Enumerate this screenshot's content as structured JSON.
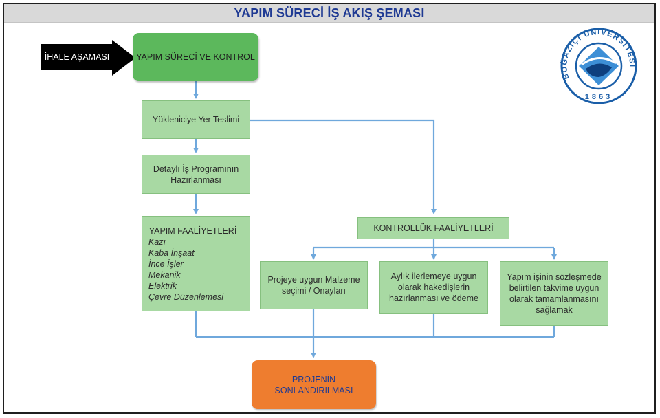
{
  "title": "YAPIM SÜRECİ İŞ AKIŞ ŞEMASI",
  "nodes": {
    "ihale": "İHALE AŞAMASI",
    "yapim_sureci": "YAPIM SÜRECİ VE KONTROL",
    "yer_teslimi": "Yükleniciye Yer Teslimi",
    "is_programi": [
      "Detaylı İş Programının",
      "Hazırlanması"
    ],
    "yapim_faaliyetleri": {
      "heading": "YAPIM FAALİYETLERİ",
      "items": [
        "Kazı",
        "Kaba İnşaat",
        "İnce İşler",
        "Mekanik",
        "Elektrik",
        "Çevre Düzenlemesi"
      ]
    },
    "kontrolluk": "KONTROLLÜK FAALİYETLERİ",
    "malzeme": [
      "Projeye uygun Malzeme",
      "seçimi / Onayları"
    ],
    "hakedis": [
      "Aylık ilerlemeye uygun",
      "olarak hakedişlerin",
      "hazırlanması ve ödeme"
    ],
    "takvim": [
      "Yapım işinin sözleşmede",
      "belirtilen takvime uygun",
      "olarak tamamlanmasını",
      "sağlamak"
    ],
    "sonlandirma": [
      "PROJENİN",
      "SONLANDIRILMASI"
    ]
  },
  "logo": {
    "ring_text": "BOĞAZİÇİ ÜNİVERSİTESİ",
    "year": "1863"
  },
  "colors": {
    "title_text": "#1f3a93",
    "title_bar": "#d9d9d9",
    "box_green": "#a8d9a3",
    "box_bright_green": "#5cb85c",
    "box_orange": "#ee7d2f",
    "connector": "#6fa8dc",
    "logo_blue": "#1a5ea8"
  }
}
